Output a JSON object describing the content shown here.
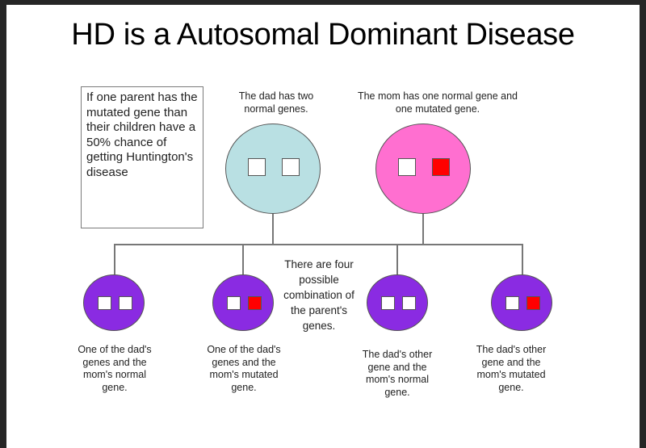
{
  "title": "HD is a Autosomal Dominant Disease",
  "note": "If one parent has the mutated gene than their children have a 50% chance of getting Huntington's disease",
  "parents": {
    "dad": {
      "label": "The dad has two normal genes.",
      "color": "#b9e0e3",
      "genes": [
        "normal",
        "normal"
      ]
    },
    "mom": {
      "label": "The mom has one normal gene and one mutated gene.",
      "color": "#ff6fd0",
      "genes": [
        "normal",
        "mutated"
      ]
    }
  },
  "combinations_note": "There are four possible combination of the parent's genes.",
  "children_color": "#8a2be2",
  "mutated_color": "#ff0000",
  "children": [
    {
      "label": "One of the dad's genes and the mom's normal gene.",
      "genes": [
        "normal",
        "normal"
      ]
    },
    {
      "label": "One of the dad's genes and the mom's mutated gene.",
      "genes": [
        "normal",
        "mutated"
      ]
    },
    {
      "label": "The dad's other gene and the mom's normal gene.",
      "genes": [
        "normal",
        "normal"
      ]
    },
    {
      "label": "The dad's other gene and the mom's mutated gene.",
      "genes": [
        "normal",
        "mutated"
      ]
    }
  ]
}
